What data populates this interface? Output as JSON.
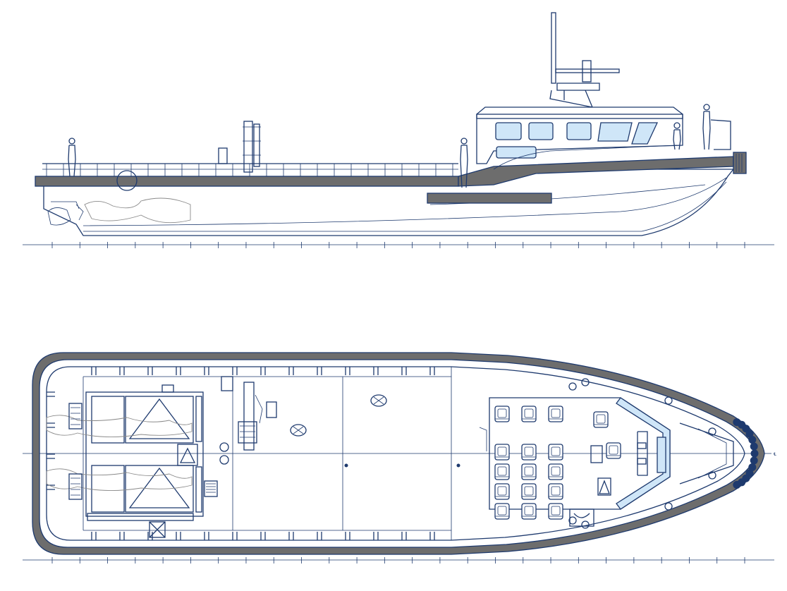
{
  "drawing": {
    "views": [
      {
        "id": "profile",
        "description_label": ""
      },
      {
        "id": "plan",
        "description_label": ""
      }
    ],
    "centerline_mark": "℄",
    "colors": {
      "line": "#1e3a6e",
      "fender": "#6d6d6d",
      "glazing": "#cfe6f8",
      "background": "#ffffff"
    },
    "frame_ticks_count": 26
  }
}
